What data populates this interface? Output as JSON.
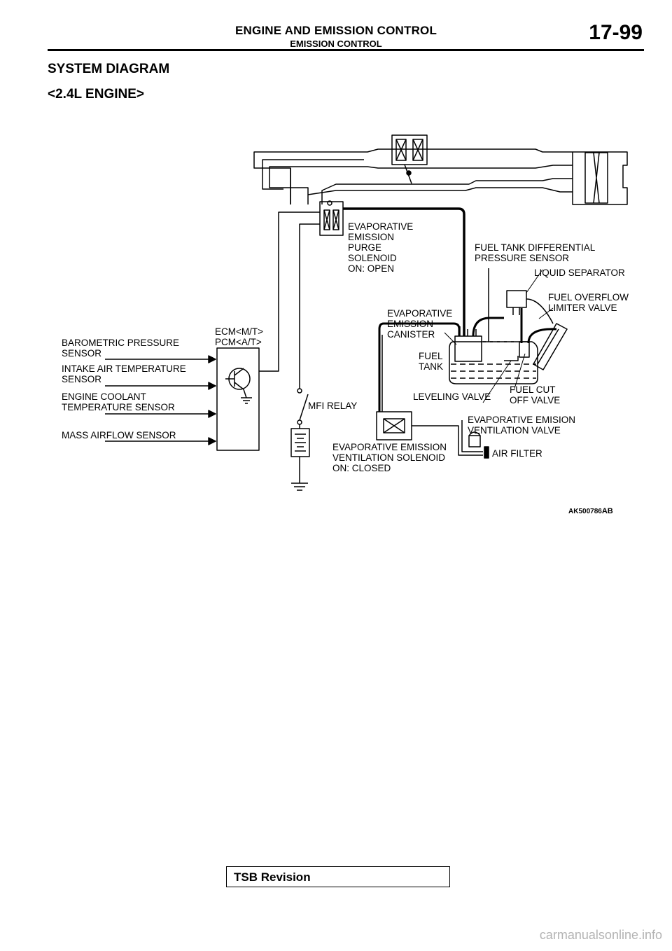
{
  "header": {
    "title": "ENGINE AND EMISSION CONTROL",
    "subtitle": "EMISSION CONTROL",
    "page_number": "17-99"
  },
  "section": {
    "title": "SYSTEM DIAGRAM",
    "subtitle": "<2.4L ENGINE>"
  },
  "diagram": {
    "labels": {
      "purge_solenoid": [
        "EVAPORATIVE",
        "EMISSION",
        "PURGE",
        "SOLENOID",
        "ON: OPEN"
      ],
      "fuel_tank_diff_pressure_sensor": [
        "FUEL TANK DIFFERENTIAL",
        "PRESSURE SENSOR"
      ],
      "liquid_separator": [
        "LIQUID SEPARATOR"
      ],
      "fuel_overflow_limiter_valve": [
        "FUEL OVERFLOW",
        "LIMITER VALVE"
      ],
      "canister": [
        "EVAPORATIVE",
        "EMISSION",
        "CANISTER"
      ],
      "fuel_tank": [
        "FUEL",
        "TANK"
      ],
      "ecm_pcm": [
        "ECM<M/T>",
        "PCM<A/T>"
      ],
      "barometric_pressure_sensor": [
        "BAROMETRIC PRESSURE",
        "SENSOR"
      ],
      "intake_air_temperature_sensor": [
        "INTAKE AIR TEMPERATURE",
        "SENSOR"
      ],
      "engine_coolant_temperature_sensor": [
        "ENGINE COOLANT",
        "TEMPERATURE SENSOR"
      ],
      "mass_airflow_sensor": [
        "MASS AIRFLOW SENSOR"
      ],
      "mfi_relay": [
        "MFI RELAY"
      ],
      "leveling_valve": [
        "LEVELING VALVE"
      ],
      "fuel_cut_off_valve": [
        "FUEL CUT",
        "OFF VALVE"
      ],
      "ventilation_valve": [
        "EVAPORATIVE EMISION",
        "VENTILATION VALVE"
      ],
      "air_filter": [
        "AIR FILTER"
      ],
      "ventilation_solenoid": [
        "EVAPORATIVE EMISSION",
        "VENTILATION SOLENOID",
        "ON: CLOSED"
      ]
    },
    "reference_code": {
      "prefix": "AK500786",
      "suffix": "AB"
    }
  },
  "footer": {
    "tsb_label": "TSB Revision",
    "watermark": "carmanualsonline.info"
  }
}
